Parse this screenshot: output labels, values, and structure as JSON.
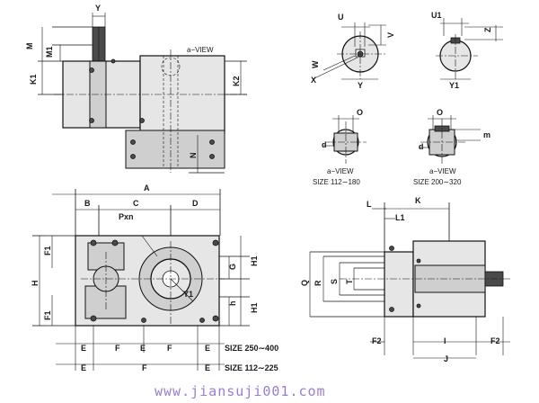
{
  "labels": {
    "Y": "Y",
    "M": "M",
    "M1": "M1",
    "K1": "K1",
    "K2": "K2",
    "N": "N",
    "a_view": "a−VIEW",
    "U": "U",
    "V": "V",
    "W": "W",
    "X": "X",
    "Y_shaft": "Y",
    "U1": "U1",
    "Z": "Z",
    "Y1_shaft": "Y1",
    "O_left": "O",
    "d_left": "d",
    "O_right": "O",
    "m": "m",
    "d_right": "d",
    "A": "A",
    "B": "B",
    "C": "C",
    "D": "D",
    "Pxn": "Pxn",
    "F1_top": "F1",
    "H": "H",
    "F1_bottom": "F1",
    "G": "G",
    "H1_top": "H1",
    "Y1_front": "Y1",
    "h": "h",
    "H1_bottom": "H1",
    "E1": "E",
    "F_mid": "F",
    "E2": "E",
    "F_right": "F",
    "E3": "E",
    "E4": "E",
    "F_wide": "F",
    "E5": "E",
    "L": "L",
    "L1": "L1",
    "K": "K",
    "Q": "Q",
    "R": "R",
    "S": "S",
    "T": "T",
    "F2_left": "F2",
    "I": "I",
    "F2_right": "F2",
    "J": "J"
  },
  "notes": {
    "view_left_1": "a−VIEW",
    "view_left_2": "SIZE  112∼180",
    "view_right_1": "a−VIEW",
    "view_right_2": "SIZE  200∼320",
    "size_row1": "SIZE 250∼400",
    "size_row2": "SIZE 112∼225"
  },
  "watermark": "www.jiansuji001.com"
}
